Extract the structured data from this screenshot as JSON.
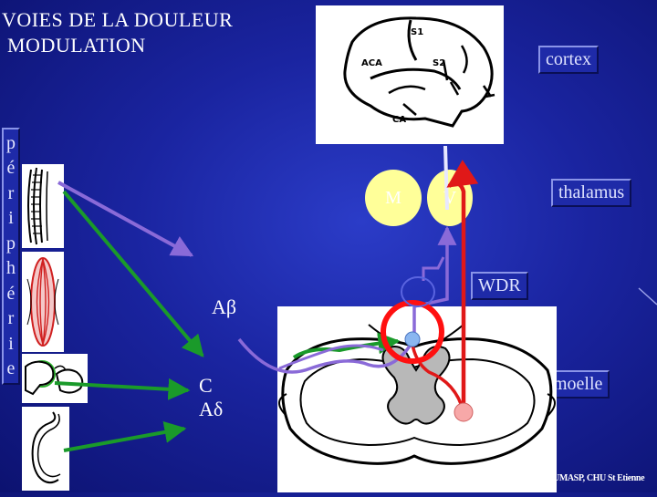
{
  "title": {
    "line1": "VOIES  DE LA DOULEUR",
    "line2": "MODULATION"
  },
  "vertical_label": [
    "p",
    "é",
    "r",
    "i",
    "p",
    "h",
    "é",
    "r",
    "i",
    "e"
  ],
  "labels": {
    "cortex": "cortex",
    "thalamus": "thalamus",
    "wdr": "WDR",
    "moelle": "moelle",
    "abeta": "Aβ",
    "c": "C",
    "adelta": "Aδ"
  },
  "brain_labels": {
    "s1": "S1",
    "aca": "ACA",
    "s2": "S2",
    "ca": "CA"
  },
  "nuclei": {
    "m": "M",
    "v": "V"
  },
  "credit": "UMASP, CHU St Etienne",
  "colors": {
    "background": "#1a24a0",
    "purple_path": "#8a6ad8",
    "green_path": "#1a9a2a",
    "red_path": "#e01818",
    "nucleus_fill": "#ffff99",
    "cord_gray": "#b8b8b8"
  }
}
